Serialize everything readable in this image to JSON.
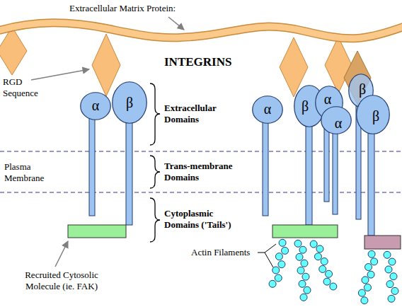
{
  "diagram": {
    "title": "INTEGRINS",
    "nodes": [
      {
        "text": [
          "α"
        ]
      },
      {
        "text": [
          "β"
        ]
      },
      {
        "text": [
          "α"
        ]
      },
      {
        "text": [
          "β"
        ]
      },
      {
        "text": [
          "α"
        ]
      },
      {
        "text": [
          "α"
        ]
      },
      {
        "text": [
          "β"
        ]
      },
      {
        "text": [
          "β"
        ]
      }
    ],
    "labels": [
      "Extracellular Matrix Protein:",
      "RGD Sequence",
      "Extracellular Domains",
      "Trans-membrane Domains",
      "Cytoplasmic Domains ('Tails')",
      "Plasma Membrane",
      "Recruited Cytosolic Molecule (ie. FAK)",
      "Actin Filaments"
    ]
  }
}
